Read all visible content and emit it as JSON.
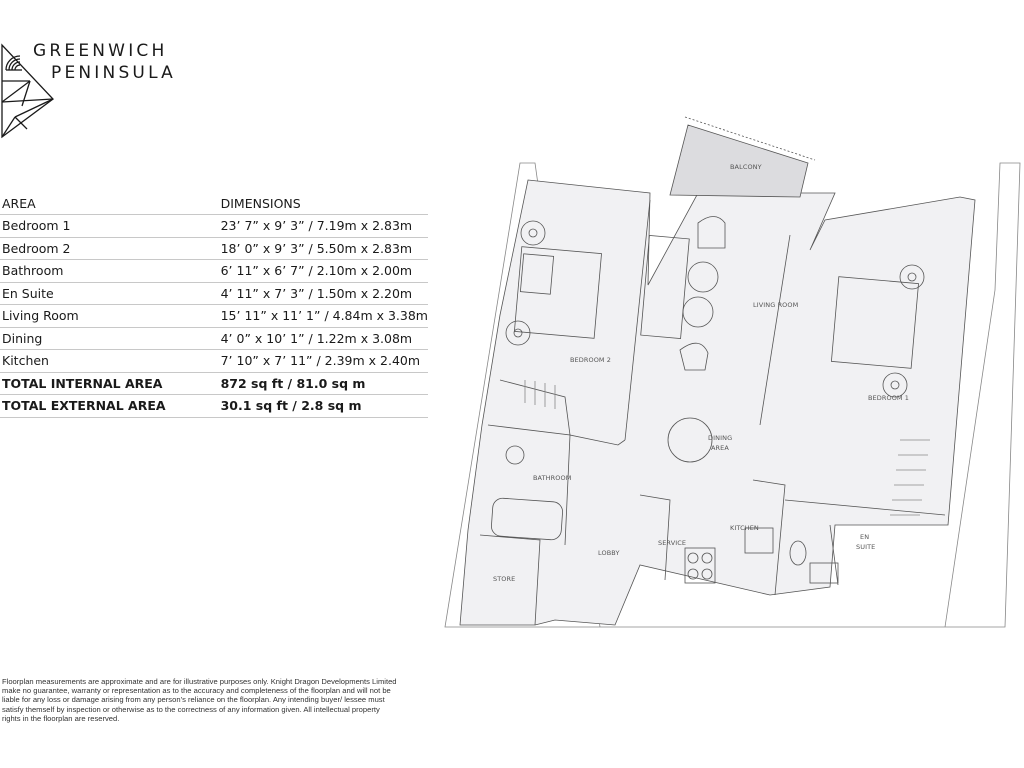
{
  "brand": {
    "line1": "GREENWICH",
    "line2": "PENINSULA",
    "logo_icon": "triangular-geometric-logo"
  },
  "spec_table": {
    "headers": {
      "area": "AREA",
      "dimensions": "DIMENSIONS"
    },
    "rows": [
      {
        "area": "Bedroom 1",
        "dimensions": "23’ 7” x 9’ 3” / 7.19m x 2.83m"
      },
      {
        "area": "Bedroom 2",
        "dimensions": "18’ 0” x 9’ 3” / 5.50m x 2.83m"
      },
      {
        "area": "Bathroom",
        "dimensions": "6’ 11” x 6’ 7” / 2.10m x 2.00m"
      },
      {
        "area": "En Suite",
        "dimensions": "4’ 11” x 7’ 3” / 1.50m x 2.20m"
      },
      {
        "area": "Living Room",
        "dimensions": "15’ 11” x 11’ 1” / 4.84m x 3.38m"
      },
      {
        "area": "Dining",
        "dimensions": "4’ 0” x 10’ 1” / 1.22m x 3.08m"
      },
      {
        "area": "Kitchen",
        "dimensions": "7’ 10” x 7’ 11” / 2.39m x 2.40m"
      }
    ],
    "totals": [
      {
        "label": "TOTAL INTERNAL AREA",
        "value": "872 sq ft / 81.0 sq m"
      },
      {
        "label": "TOTAL EXTERNAL AREA",
        "value": "30.1 sq ft / 2.8 sq m"
      }
    ]
  },
  "floorplan": {
    "rooms": {
      "balcony": "BALCONY",
      "living_room": "LIVING ROOM",
      "bedroom_2": "BEDROOM 2",
      "bedroom_1": "BEDROOM 1",
      "dining_l1": "DINING",
      "dining_l2": "AREA",
      "bathroom": "BATHROOM",
      "kitchen": "KITCHEN",
      "service": "SERVICE",
      "lobby": "LOBBY",
      "store": "STORE",
      "en_suite_l1": "EN",
      "en_suite_l2": "SUITE"
    },
    "colors": {
      "floor": "#f1f1f3",
      "balcony": "#dcdcdf",
      "wall": "#444444",
      "exterior": "#ffffff"
    }
  },
  "disclaimer": "Floorplan measurements are approximate and are for illustrative purposes only. Knight Dragon Developments Limited make no guarantee, warranty or representation as to the accuracy and completeness of the floorplan and will not be liable for any loss or damage arising from any person’s reliance on the floorplan. Any intending buyer/ lessee must satisfy themself by inspection or otherwise as to the correctness of any information given. All intellectual property rights in the floorplan are reserved."
}
